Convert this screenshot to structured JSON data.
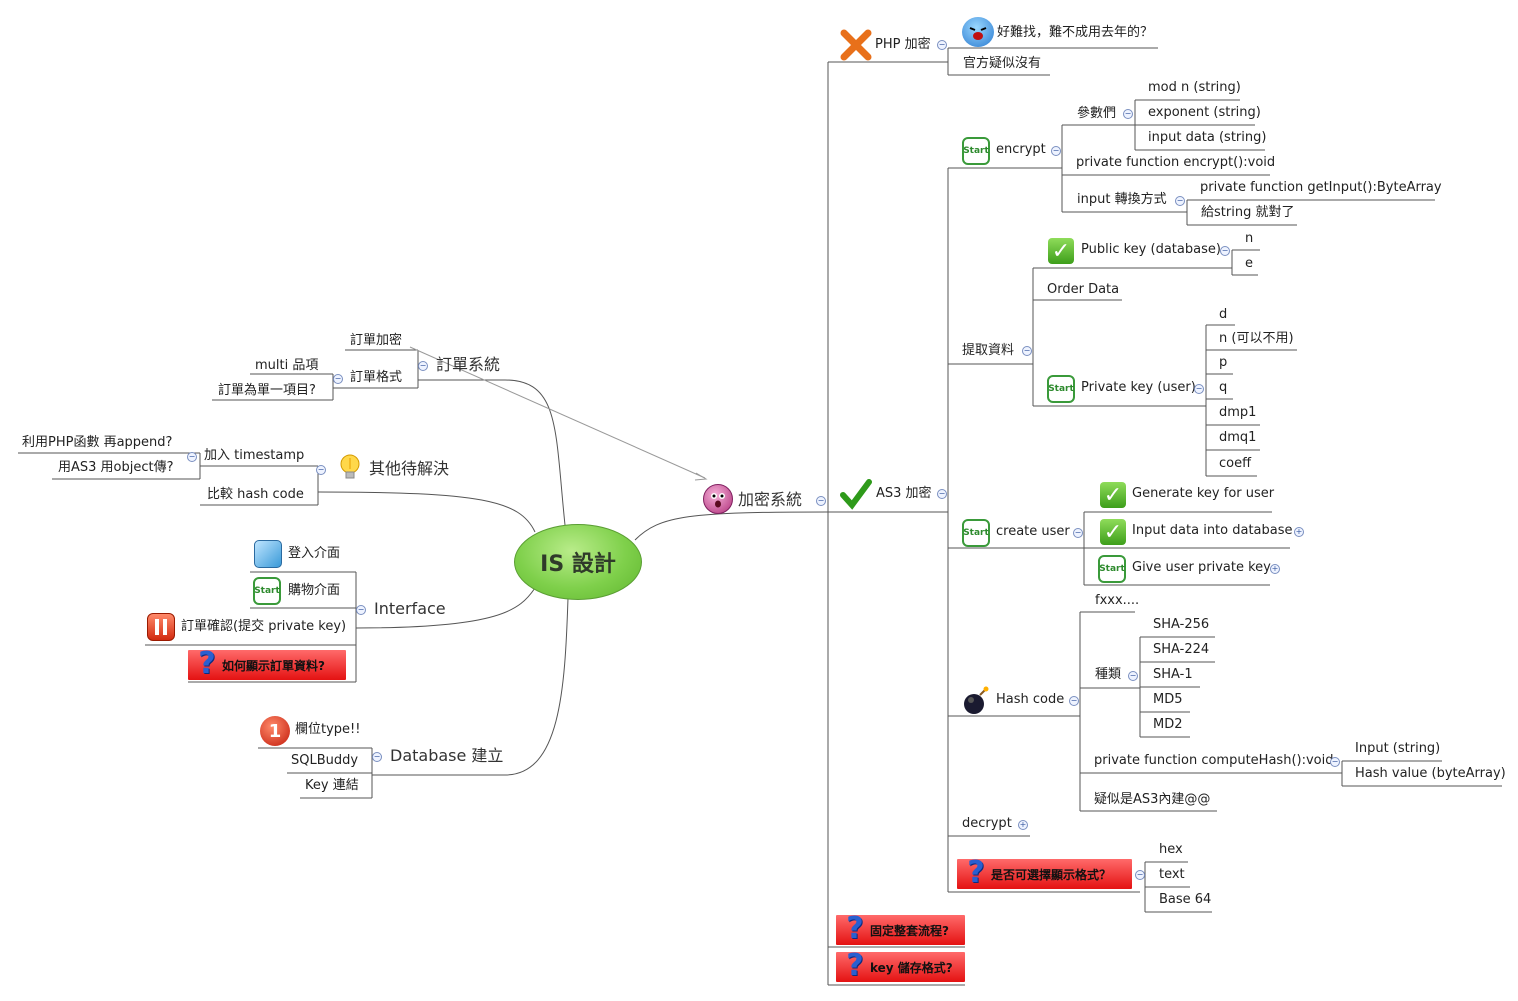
{
  "root": "IS 設計",
  "left": {
    "order": {
      "label": "訂單系統",
      "children": [
        "訂單加密",
        "訂單格式"
      ],
      "format_children": [
        "multi 品項",
        "訂單為單一項目?"
      ]
    },
    "pending": {
      "label": "其他待解決",
      "children": [
        "加入 timestamp",
        "比較 hash code"
      ],
      "timestamp_children": [
        "利用PHP函數 再append?",
        "用AS3 用object傳?"
      ]
    },
    "interface": {
      "label": "Interface",
      "children": [
        "登入介面",
        "購物介面",
        "訂單確認(提交 private key)",
        "如何顯示訂單資料?"
      ]
    },
    "database": {
      "label": "Database 建立",
      "children": [
        "欄位type!!",
        "SQLBuddy",
        "Key 連結"
      ]
    }
  },
  "crypto": {
    "label": "加密系統",
    "php": {
      "label": "PHP 加密",
      "children": [
        "好難找，難不成用去年的？",
        "官方疑似沒有"
      ]
    },
    "as3": {
      "label": "AS3 加密",
      "encrypt": {
        "label": "encrypt",
        "params_label": "參數們",
        "params": [
          "mod n (string)",
          "exponent (string)",
          "input data (string)"
        ],
        "func": "private function encrypt():void",
        "input_label": "input 轉換方式",
        "input_children": [
          "private function getInput():ByteArray",
          "給string 就對了"
        ]
      },
      "fetch": {
        "label": "提取資料",
        "public_key": "Public key (database)",
        "public_children": [
          "n",
          "e"
        ],
        "order_data": "Order Data",
        "private_key": "Private key (user)",
        "private_children": [
          "d",
          "n (可以不用)",
          "p",
          "q",
          "dmp1",
          "dmq1",
          "coeff"
        ]
      },
      "create_user": {
        "label": "create user",
        "children": [
          "Generate key for user",
          "Input data into database",
          "Give user private key"
        ]
      },
      "hash": {
        "label": "Hash code",
        "fxxx": "fxxx....",
        "kinds_label": "種類",
        "kinds": [
          "SHA-256",
          "SHA-224",
          "SHA-1",
          "MD5",
          "MD2"
        ],
        "func": "private function computeHash():void",
        "func_children": [
          "Input (string)",
          "Hash value (byteArray)"
        ],
        "note": "疑似是AS3內建@@"
      },
      "decrypt": "decrypt",
      "format": {
        "label": "是否可選擇顯示格式？",
        "children": [
          "hex",
          "text",
          "Base 64"
        ]
      }
    },
    "q1": "固定整套流程?",
    "q2": "key 儲存格式?"
  },
  "icons": {
    "php": "cross-icon",
    "php_note": "crying-face-icon",
    "crypto": "shocked-face-icon",
    "as3": "checkmark-icon",
    "hash": "bomb-icon",
    "pending": "lightbulb-icon",
    "login": "window-icon",
    "confirm": "pause-icon",
    "db_field": "priority-1-icon",
    "question": "question-mark-icon",
    "start": "start-flag-icon",
    "text": "Start"
  },
  "colors": {
    "root_fill": "#7fd04b",
    "red_box": "#e41212",
    "line": "#555555",
    "check": "#3d9e1a"
  }
}
